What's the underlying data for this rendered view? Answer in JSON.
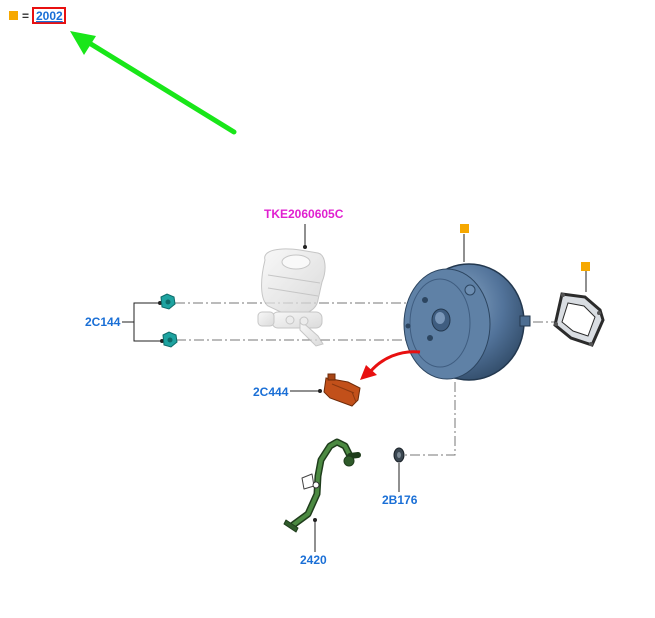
{
  "legend": {
    "equals": "=",
    "code": "2002"
  },
  "parts": {
    "reservoir_ref": "TKE2060605C",
    "nut": "2C144",
    "sensor": "2C444",
    "grommet": "2B176",
    "hose": "2420"
  },
  "colors": {
    "marker": "#f6a800",
    "link": "#1a6fd6",
    "reference": "#e020d0",
    "booster": "#4d6e92",
    "sensor": "#c2501a",
    "hose": "#2f5b2a",
    "nut": "#1ea3a0",
    "arrow_green": "#19e619",
    "arrow_red": "#e81010"
  }
}
